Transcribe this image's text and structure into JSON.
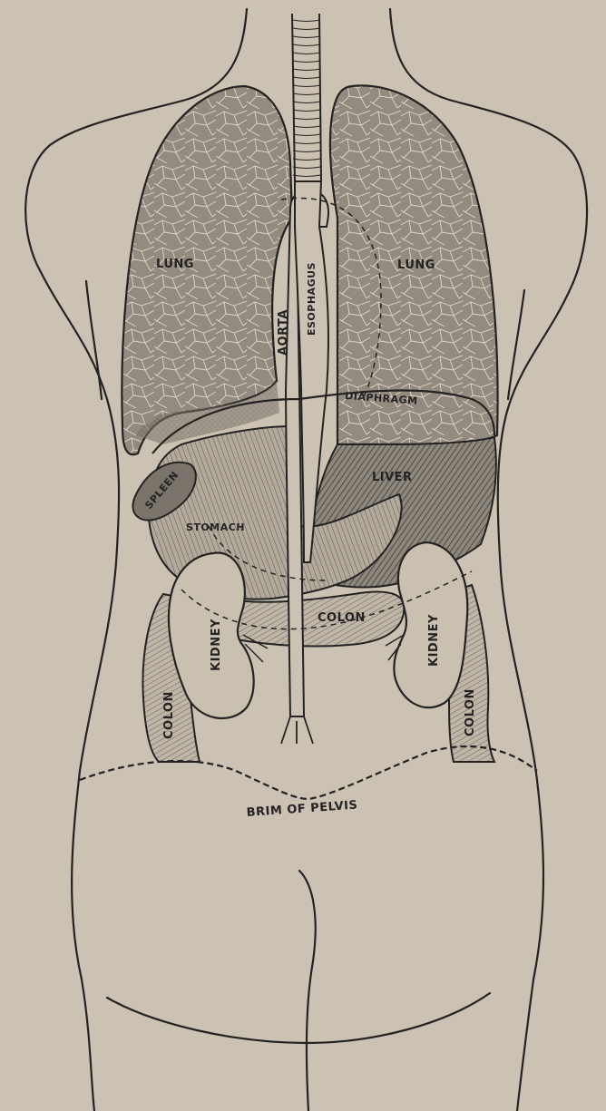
{
  "diagram": {
    "colors": {
      "paper": "#ccc2b3",
      "ink": "#232323",
      "lung_fill": "#8f887d",
      "lung_light": "#bdb3a3",
      "organ_fill": "#a69d90",
      "liver_fill": "#756f65"
    },
    "labels": {
      "lung_left": "LUNG",
      "lung_right": "LUNG",
      "aorta": "AORTA",
      "esophagus": "ESOPHAGUS",
      "diaphragm": "DIAPHRAGM",
      "spleen": "SPLEEN",
      "liver": "LIVER",
      "stomach": "STOMACH",
      "kidney_left": "KIDNEY",
      "kidney_right": "KIDNEY",
      "colon_transverse": "COLON",
      "colon_left": "COLON",
      "colon_right": "COLON",
      "brim_of_pelvis": "BRIM OF PELVIS"
    }
  }
}
